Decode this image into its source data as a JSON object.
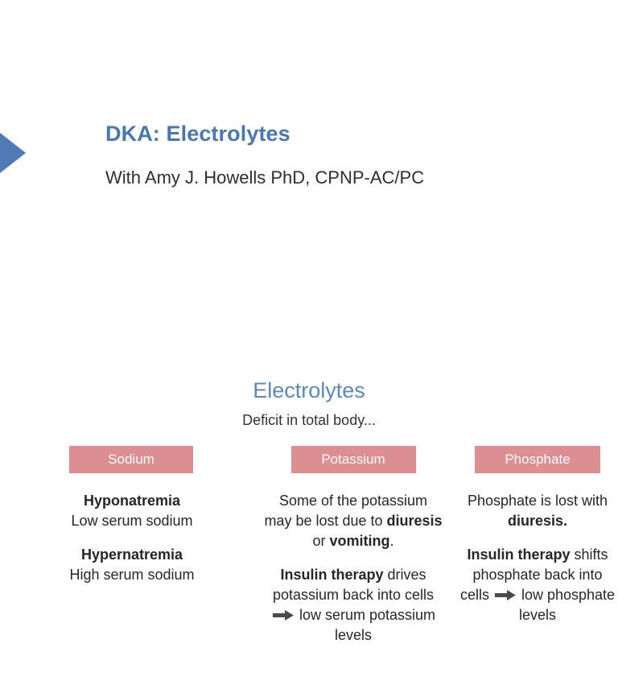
{
  "slide": {
    "title": "DKA: Electrolytes",
    "subtitle": "With Amy J. Howells PhD, CPNP-AC/PC",
    "accent_color": "#4A77B4",
    "arrow_icon": "triangle-right-icon"
  },
  "infographic": {
    "title": "Electrolytes",
    "subtitle": "Deficit in total body...",
    "title_color": "#5C87C0",
    "pill_color": "#DD8E92",
    "pill_text_color": "#FFFFFF",
    "columns": [
      {
        "id": "sodium",
        "pill_label": "Sodium",
        "blocks": [
          {
            "term": "Hyponatremia",
            "text": "Low serum sodium"
          },
          {
            "term": "Hypernatremia",
            "text": "High serum sodium"
          }
        ]
      },
      {
        "id": "potassium",
        "pill_label": "Potassium",
        "blocks": [
          {
            "runs": [
              {
                "t": "Some of the potassium may be lost due to ",
                "b": false
              },
              {
                "t": "diuresis",
                "b": true
              },
              {
                "t": " or ",
                "b": false
              },
              {
                "t": "vomiting",
                "b": true
              },
              {
                "t": ".",
                "b": false
              }
            ]
          },
          {
            "runs": [
              {
                "t": "Insulin therapy",
                "b": true
              },
              {
                "t": " drives potassium back into cells ",
                "b": false
              },
              {
                "t": "",
                "arrow": true
              },
              {
                "t": " low serum potassium levels",
                "b": false
              }
            ]
          }
        ]
      },
      {
        "id": "phosphate",
        "pill_label": "Phosphate",
        "blocks": [
          {
            "runs": [
              {
                "t": "Phosphate is lost with ",
                "b": false
              },
              {
                "t": "diuresis.",
                "b": true
              }
            ]
          },
          {
            "runs": [
              {
                "t": "Insulin therapy",
                "b": true
              },
              {
                "t": " shifts phosphate back into cells ",
                "b": false
              },
              {
                "t": "",
                "arrow": true
              },
              {
                "t": " low phosphate levels",
                "b": false
              }
            ]
          }
        ]
      }
    ]
  }
}
